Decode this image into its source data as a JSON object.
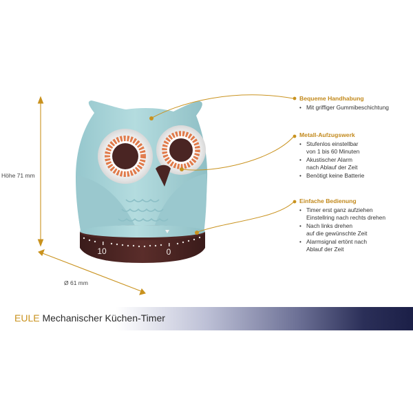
{
  "dimensions": {
    "height_label": "Höhe 71 mm",
    "diameter_label": "Ø 61 mm"
  },
  "dial": {
    "num_left": "10",
    "num_right": "0"
  },
  "features": [
    {
      "title": "Bequeme Handhabung",
      "items": [
        [
          "Mit griffiger Gummibeschichtung"
        ]
      ]
    },
    {
      "title": "Metall-Aufzugswerk",
      "items": [
        [
          "Stufenlos einstellbar",
          "von 1 bis 60 Minuten"
        ],
        [
          "Akustischer Alarm",
          "nach Ablauf der Zeit"
        ],
        [
          "Benötigt keine Batterie"
        ]
      ]
    },
    {
      "title": "Einfache Bedienung",
      "items": [
        [
          "Timer erst ganz aufziehen",
          "Einstellring nach rechts drehen"
        ],
        [
          "Nach links drehen",
          "auf die gewünschte Zeit"
        ],
        [
          "Alarmsignal ertönt nach",
          "Ablauf der Zeit"
        ]
      ]
    }
  ],
  "banner": {
    "brand": "EULE",
    "subtitle": "Mechanischer Küchen-Timer"
  },
  "colors": {
    "owl_body": "#a9d3d8",
    "owl_dark": "#4a2523",
    "accent_gold": "#c9921e",
    "eye_ring": "#e07a4a",
    "banner_dark": "#1b1f47"
  },
  "icons": {
    "bullet": "•"
  }
}
